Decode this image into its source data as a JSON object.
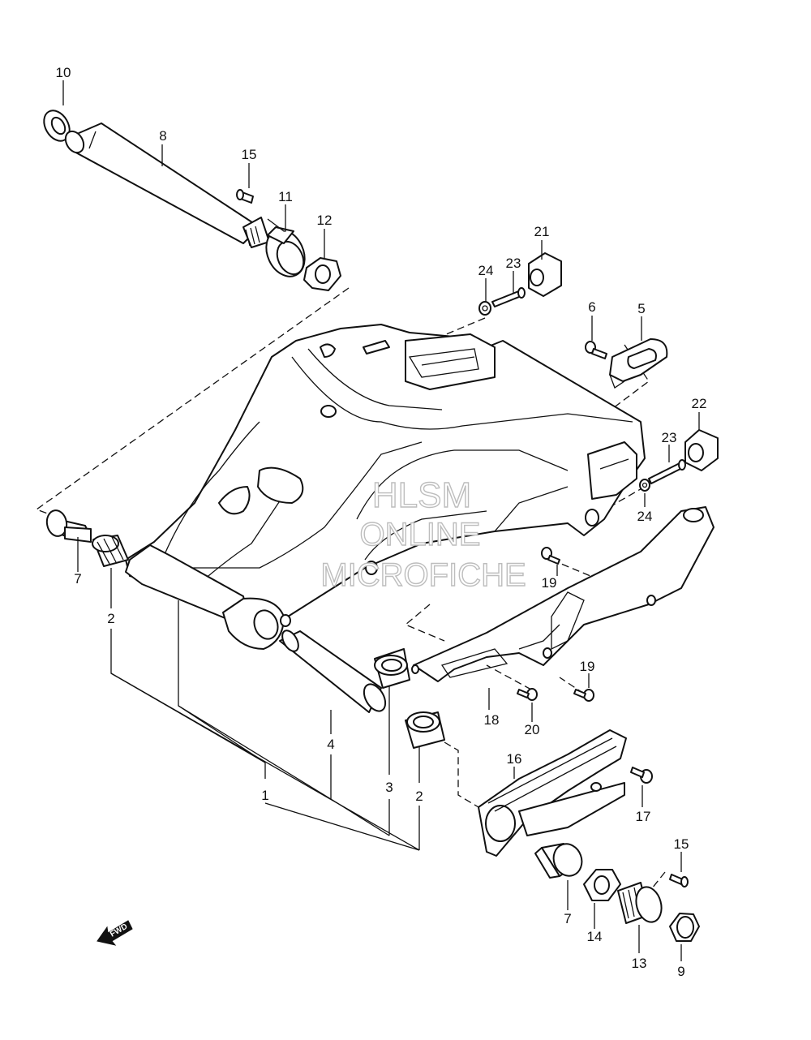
{
  "watermark": {
    "line1": "HLSM",
    "line2": "ONLINE",
    "line3": "MICROFICHE"
  },
  "direction_label": "FWD",
  "callouts": [
    {
      "id": "c10",
      "label": "10"
    },
    {
      "id": "c8",
      "label": "8"
    },
    {
      "id": "c15a",
      "label": "15"
    },
    {
      "id": "c11",
      "label": "11"
    },
    {
      "id": "c12",
      "label": "12"
    },
    {
      "id": "c21",
      "label": "21"
    },
    {
      "id": "c23a",
      "label": "23"
    },
    {
      "id": "c24a",
      "label": "24"
    },
    {
      "id": "c6",
      "label": "6"
    },
    {
      "id": "c5",
      "label": "5"
    },
    {
      "id": "c22",
      "label": "22"
    },
    {
      "id": "c23b",
      "label": "23"
    },
    {
      "id": "c24b",
      "label": "24"
    },
    {
      "id": "c7a",
      "label": "7"
    },
    {
      "id": "c2a",
      "label": "2"
    },
    {
      "id": "c19a",
      "label": "19"
    },
    {
      "id": "c19b",
      "label": "19"
    },
    {
      "id": "c18",
      "label": "18"
    },
    {
      "id": "c20",
      "label": "20"
    },
    {
      "id": "c4",
      "label": "4"
    },
    {
      "id": "c1",
      "label": "1"
    },
    {
      "id": "c3",
      "label": "3"
    },
    {
      "id": "c2b",
      "label": "2"
    },
    {
      "id": "c16",
      "label": "16"
    },
    {
      "id": "c17",
      "label": "17"
    },
    {
      "id": "c15b",
      "label": "15"
    },
    {
      "id": "c7b",
      "label": "7"
    },
    {
      "id": "c14",
      "label": "14"
    },
    {
      "id": "c13",
      "label": "13"
    },
    {
      "id": "c9",
      "label": "9"
    }
  ]
}
